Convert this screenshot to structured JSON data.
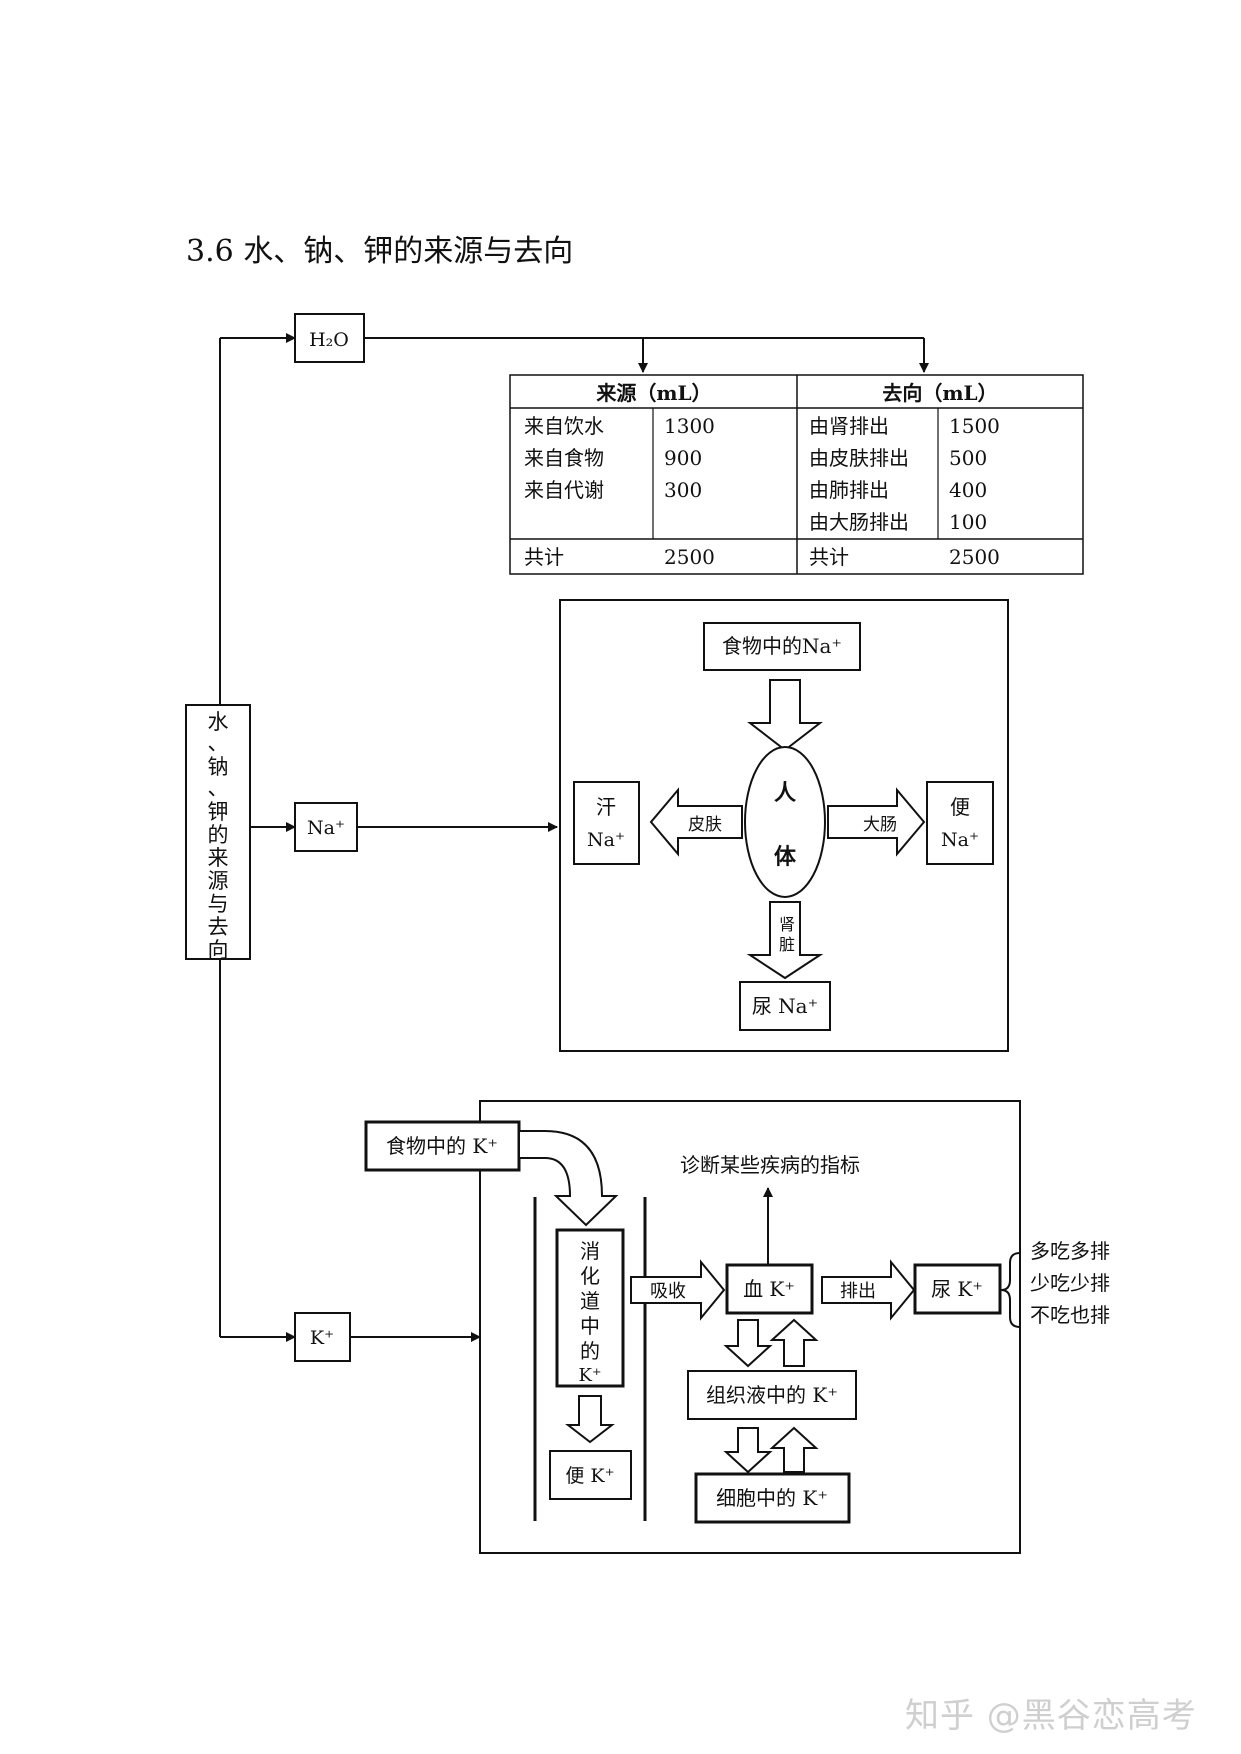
{
  "title": "3.6 水、钠、钾的来源与去向",
  "root_label": [
    "水",
    "、",
    "钠",
    "、",
    "钾",
    "的",
    "来",
    "源",
    "与",
    "去",
    "向"
  ],
  "nodes": {
    "water": "H₂O",
    "sodium": "Na⁺",
    "potassium": "K⁺"
  },
  "water_table": {
    "source_header": "来源（mL）",
    "dest_header": "去向（mL）",
    "sources": [
      {
        "label": "来自饮水",
        "value": "1300"
      },
      {
        "label": "来自食物",
        "value": "900"
      },
      {
        "label": "来自代谢",
        "value": "300"
      }
    ],
    "destinations": [
      {
        "label": "由肾排出",
        "value": "1500"
      },
      {
        "label": "由皮肤排出",
        "value": "500"
      },
      {
        "label": "由肺排出",
        "value": "400"
      },
      {
        "label": "由大肠排出",
        "value": "100"
      }
    ],
    "total_label": "共计",
    "source_total": "2500",
    "dest_total": "2500"
  },
  "sodium_panel": {
    "food": "食物中的Na⁺",
    "body": [
      "人",
      "体"
    ],
    "sweat": [
      "汗",
      "Na⁺"
    ],
    "skin": "皮肤",
    "feces": [
      "便",
      "Na⁺"
    ],
    "intestine": "大肠",
    "kidney": [
      "肾",
      "脏"
    ],
    "urine": "尿 Na⁺"
  },
  "potassium_panel": {
    "food": "食物中的 K⁺",
    "gut": [
      "消",
      "化",
      "道",
      "中",
      "的",
      "K⁺"
    ],
    "feces": "便 K⁺",
    "absorb": "吸收",
    "blood": "血 K⁺",
    "indicator": "诊断某些疾病的指标",
    "excrete": "排出",
    "urine": "尿 K⁺",
    "tissue": "组织液中的 K⁺",
    "cell": "细胞中的 K⁺",
    "rules": [
      "多吃多排",
      "少吃少排",
      "不吃也排"
    ]
  },
  "watermark": "知乎 @黑谷恋高考"
}
